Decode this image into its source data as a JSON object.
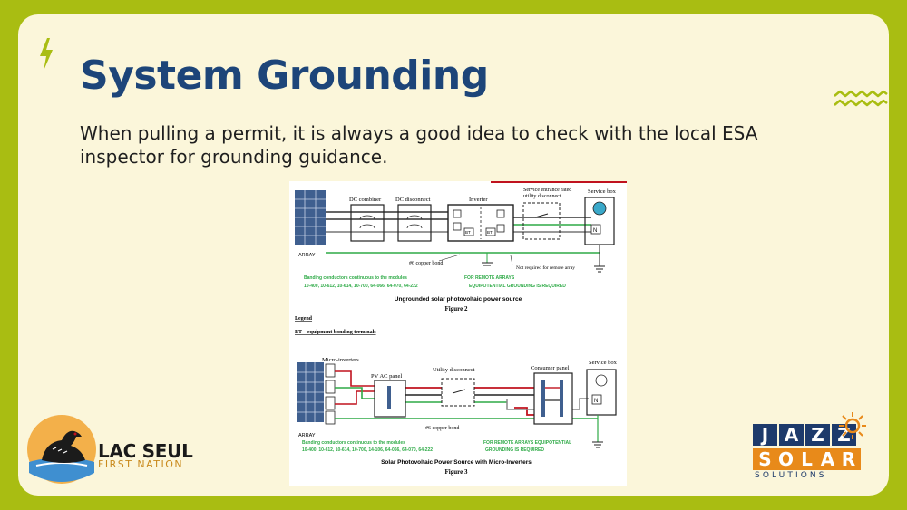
{
  "slide": {
    "title": "System Grounding",
    "subtitle": "When pulling a permit, it is always a good idea to check with the local ESA inspector for grounding guidance."
  },
  "icons": {
    "bolt": "lightning-bolt-icon",
    "squiggle": "zigzag-lines-icon",
    "loon": "loon-on-lake-icon",
    "sun": "sun-icon"
  },
  "colors": {
    "background": "#a9bd12",
    "card": "#fbf6da",
    "title": "#1d4579",
    "accent": "#a9bd12",
    "diagram_green": "#2eaa47",
    "diagram_red": "#c0121e"
  },
  "figure2": {
    "labels": {
      "array": "ARRAY",
      "dc_combiner": "DC combiner",
      "dc_disconnect": "DC disconnect",
      "inverter": "Inverter",
      "service_entrance_line1": "Service entrance rated",
      "service_entrance_line2": "utility disconnect",
      "service_box": "Service box",
      "copper_bond": "#6 copper bond",
      "not_required": "Not required for remote array",
      "bt1": "BT",
      "bt2": "BT",
      "n": "N"
    },
    "note_left_line1": "Banding conductors continuous to the modules",
    "note_left_line2": "10-400, 10-612, 10-614, 10-700, 64-066, 64-070, 64-222",
    "note_right_line1": "FOR REMOTE ARRAYS",
    "note_right_line2": "EQUIPOTENTIAL GROUNDING IS REQUIRED",
    "caption": "Ungrounded solar photovoltaic power source",
    "figure_label": "Figure 2"
  },
  "legend": {
    "heading": "Legend",
    "item": "BT – equipment bonding terminals"
  },
  "figure3": {
    "labels": {
      "micro_inverters": "Micro-inverters",
      "pv_ac_panel": "PV AC panel",
      "utility_disconnect": "Utility disconnect",
      "consumer_panel": "Consumer panel",
      "service_box": "Service box",
      "copper_bond": "#6 copper bond",
      "array": "ARRAY",
      "n": "N"
    },
    "note_left_line1": "Banding conductors continuous to the modules",
    "note_left_line2": "10-400, 10-612, 10-614, 10-700, 14-106, 64-066, 64-070, 64-222",
    "note_right_line1": "FOR REMOTE ARRAYS EQUIPOTENTIAL",
    "note_right_line2": "GROUNDING IS REQUIRED",
    "caption": "Solar Photovoltaic Power Source with Micro-Inverters",
    "figure_label": "Figure 3"
  },
  "logo_left": {
    "name": "LAC SEUL",
    "subtitle": "FIRST NATION"
  },
  "logo_right": {
    "row1": [
      "J",
      "A",
      "Z",
      "Z"
    ],
    "row2": [
      "S",
      "O",
      "L",
      "A",
      "R"
    ],
    "subtitle": "SOLUTIONS"
  }
}
